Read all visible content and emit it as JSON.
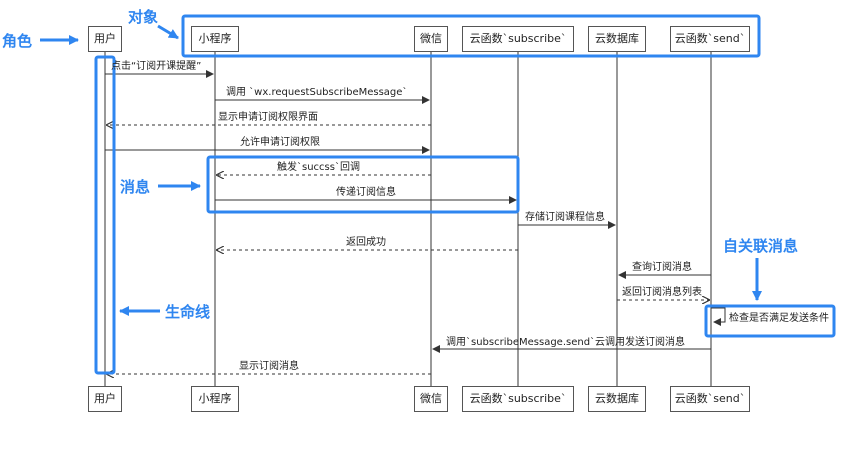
{
  "participants": [
    {
      "id": "user",
      "label": "用户"
    },
    {
      "id": "miniprogram",
      "label": "小程序"
    },
    {
      "id": "wechat",
      "label": "微信"
    },
    {
      "id": "cf_subscribe",
      "label": "云函数`subscribe`"
    },
    {
      "id": "cloud_db",
      "label": "云数据库"
    },
    {
      "id": "cf_send",
      "label": "云函数`send`"
    }
  ],
  "messages": [
    {
      "from": "user",
      "to": "miniprogram",
      "label": "点击“订阅开课提醒”",
      "style": "solid"
    },
    {
      "from": "miniprogram",
      "to": "wechat",
      "label": "调用 `wx.requestSubscribeMessage`",
      "style": "solid"
    },
    {
      "from": "wechat",
      "to": "user",
      "label": "显示申请订阅权限界面",
      "style": "dashed"
    },
    {
      "from": "user",
      "to": "wechat",
      "label": "允许申请订阅权限",
      "style": "solid"
    },
    {
      "from": "wechat",
      "to": "miniprogram",
      "label": "触发`succss`回调",
      "style": "dashed"
    },
    {
      "from": "miniprogram",
      "to": "cf_subscribe",
      "label": "传递订阅信息",
      "style": "solid"
    },
    {
      "from": "cf_subscribe",
      "to": "cloud_db",
      "label": "存储订阅课程信息",
      "style": "solid"
    },
    {
      "from": "cf_subscribe",
      "to": "miniprogram",
      "label": "返回成功",
      "style": "dashed"
    },
    {
      "from": "cf_send",
      "to": "cloud_db",
      "label": "查询订阅消息",
      "style": "solid"
    },
    {
      "from": "cloud_db",
      "to": "cf_send",
      "label": "返回订阅消息列表",
      "style": "dashed"
    },
    {
      "from": "cf_send",
      "to": "cf_send",
      "label": "检查是否满足发送条件",
      "style": "self"
    },
    {
      "from": "cf_send",
      "to": "wechat",
      "label": "调用`subscribeMessage.send`云调用发送订阅消息",
      "style": "solid"
    },
    {
      "from": "wechat",
      "to": "user",
      "label": "显示订阅消息",
      "style": "dashed"
    }
  ],
  "annotations": {
    "role": "角色",
    "object": "对象",
    "message": "消息",
    "lifeline": "生命线",
    "self_message": "自关联消息"
  },
  "colors": {
    "accent": "#2f86f0",
    "line": "#333333",
    "box_border": "#555555"
  }
}
